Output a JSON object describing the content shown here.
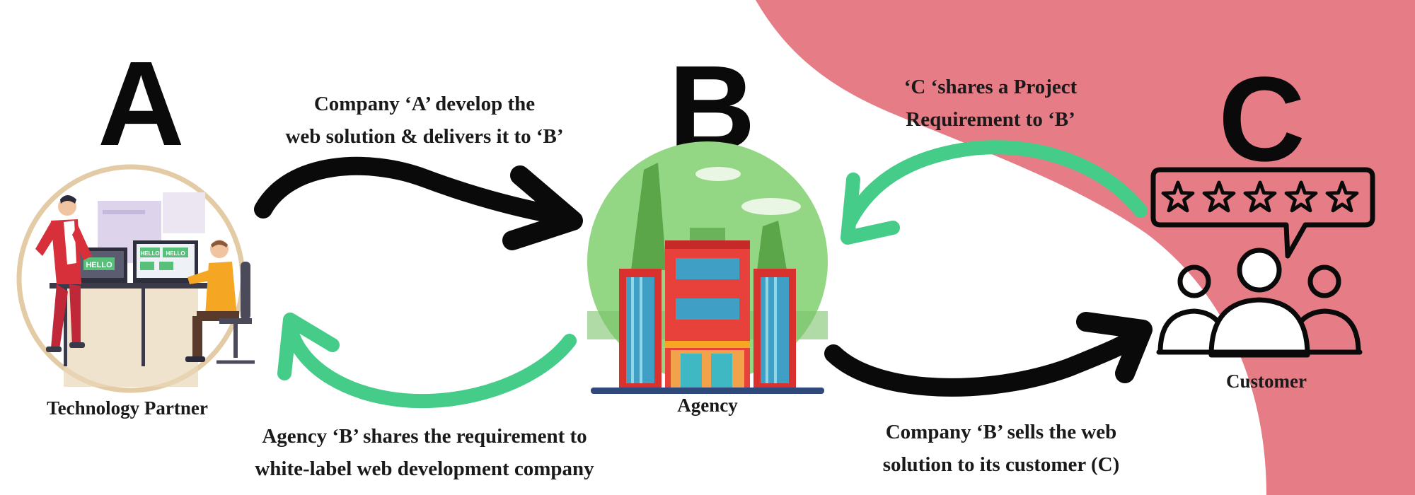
{
  "letters": {
    "a": "A",
    "b": "B",
    "c": "C"
  },
  "nodes": {
    "a_label": "Technology Partner",
    "b_label": "Agency",
    "c_label": "Customer"
  },
  "screens": {
    "hello1": "HELLO",
    "hello2": "HELLO",
    "hello3": "HELLO"
  },
  "captions": {
    "a_to_b": [
      "Company ‘A’ develop the",
      "web solution & delivers it to ‘B’"
    ],
    "c_to_b": [
      "‘C ‘shares a Project",
      "Requirement to ‘B’"
    ],
    "b_to_a": [
      "Agency ‘B’ shares the requirement to",
      "white-label web development company"
    ],
    "b_to_c": [
      "Company ‘B’ sells the web",
      "solution to its customer (C)"
    ]
  },
  "rating": {
    "stars": 5,
    "max": 5
  },
  "colors": {
    "blob": "#e67d86",
    "black_arrow": "#0a0a0a",
    "green_arrow": "#45cc88",
    "agency_circle": "#93d684",
    "building_red": "#d9322e"
  }
}
